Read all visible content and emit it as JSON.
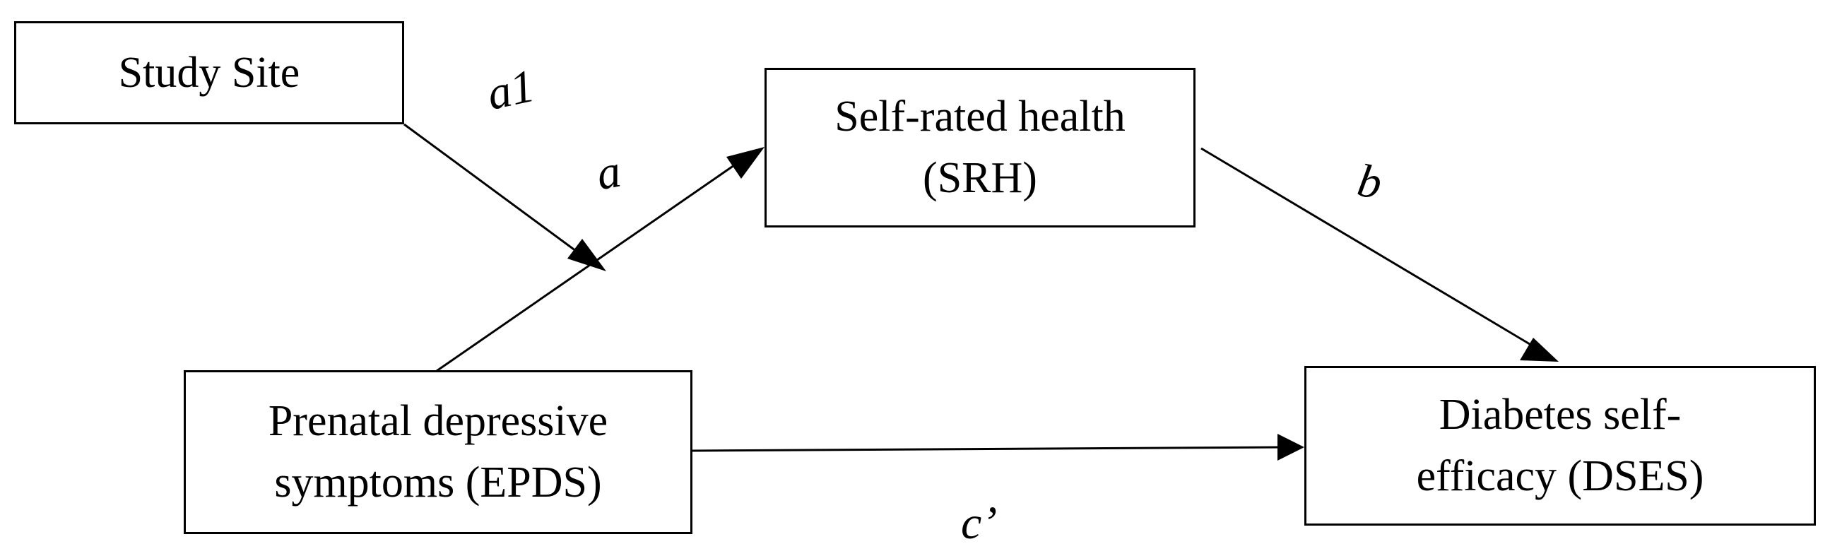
{
  "nodes": {
    "study_site": {
      "lines": [
        "Study Site"
      ]
    },
    "srh": {
      "lines": [
        "Self-rated health",
        "(SRH)"
      ]
    },
    "epds": {
      "lines": [
        "Prenatal depressive",
        "symptoms (EPDS)"
      ]
    },
    "dses": {
      "lines": [
        "Diabetes self-",
        "efficacy (DSES)"
      ]
    }
  },
  "paths": {
    "a1": "a1",
    "a": "a",
    "b": "b",
    "c_prime": "c’"
  },
  "edges": [
    {
      "from": "study_site",
      "to": "a-path-midpoint",
      "label": "a1"
    },
    {
      "from": "epds",
      "to": "srh",
      "label": "a"
    },
    {
      "from": "srh",
      "to": "dses",
      "label": "b"
    },
    {
      "from": "epds",
      "to": "dses",
      "label": "c’"
    }
  ]
}
